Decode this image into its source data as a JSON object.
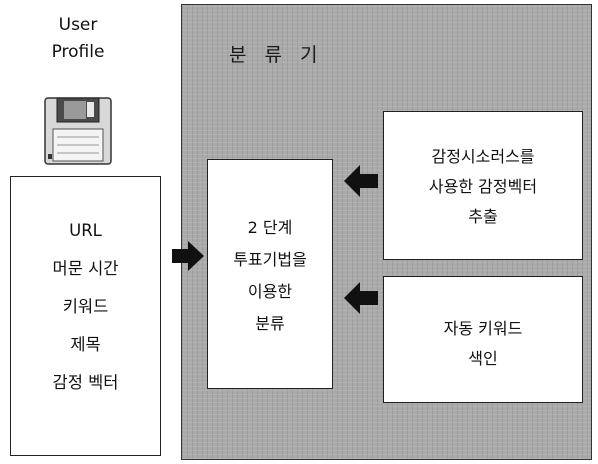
{
  "user_profile": {
    "title_lines": [
      "User",
      "Profile"
    ],
    "icon": "floppy-disk-icon",
    "items": [
      "URL",
      "머문 시간",
      "키워드",
      "제목",
      "감정 벡터"
    ]
  },
  "classifier": {
    "title": "분 류 기",
    "classify_node": {
      "lines": [
        "2 단계",
        "투표기법을",
        "이용한",
        "분류"
      ]
    },
    "extract_node": {
      "lines": [
        "감정시소러스를",
        "사용한 감정벡터",
        "추출"
      ]
    },
    "index_node": {
      "lines": [
        "자동 키워드",
        "색인"
      ]
    }
  },
  "colors": {
    "panel_background": "#aaaaaa",
    "box_background": "#ffffff",
    "arrow": "#111111"
  }
}
